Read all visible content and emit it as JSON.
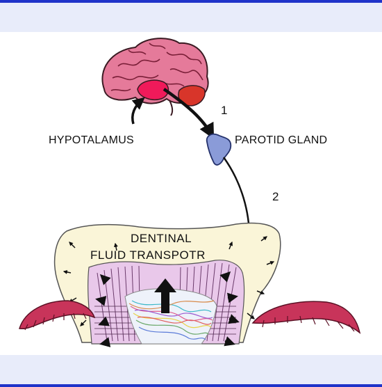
{
  "labels": {
    "hypothalamus": "HYPOTALAMUS",
    "parotid": "PAROTID GLAND",
    "dentinal_line1": "DENTINAL",
    "dentinal_line2": "FLUID TRANSPOTR"
  },
  "steps": {
    "step1": "1",
    "step2": "2"
  },
  "colors": {
    "frame_border": "#1f33c9",
    "frame_fill": "#e8ecfa",
    "brain": "#e57a9a",
    "hypothalamus": "#f01a5a",
    "cerebellum": "#d8352a",
    "parotid": "#8a9bd8",
    "enamel": "#faf5d8",
    "dentin": "#e9c8ea",
    "gum": "#c8345a"
  }
}
